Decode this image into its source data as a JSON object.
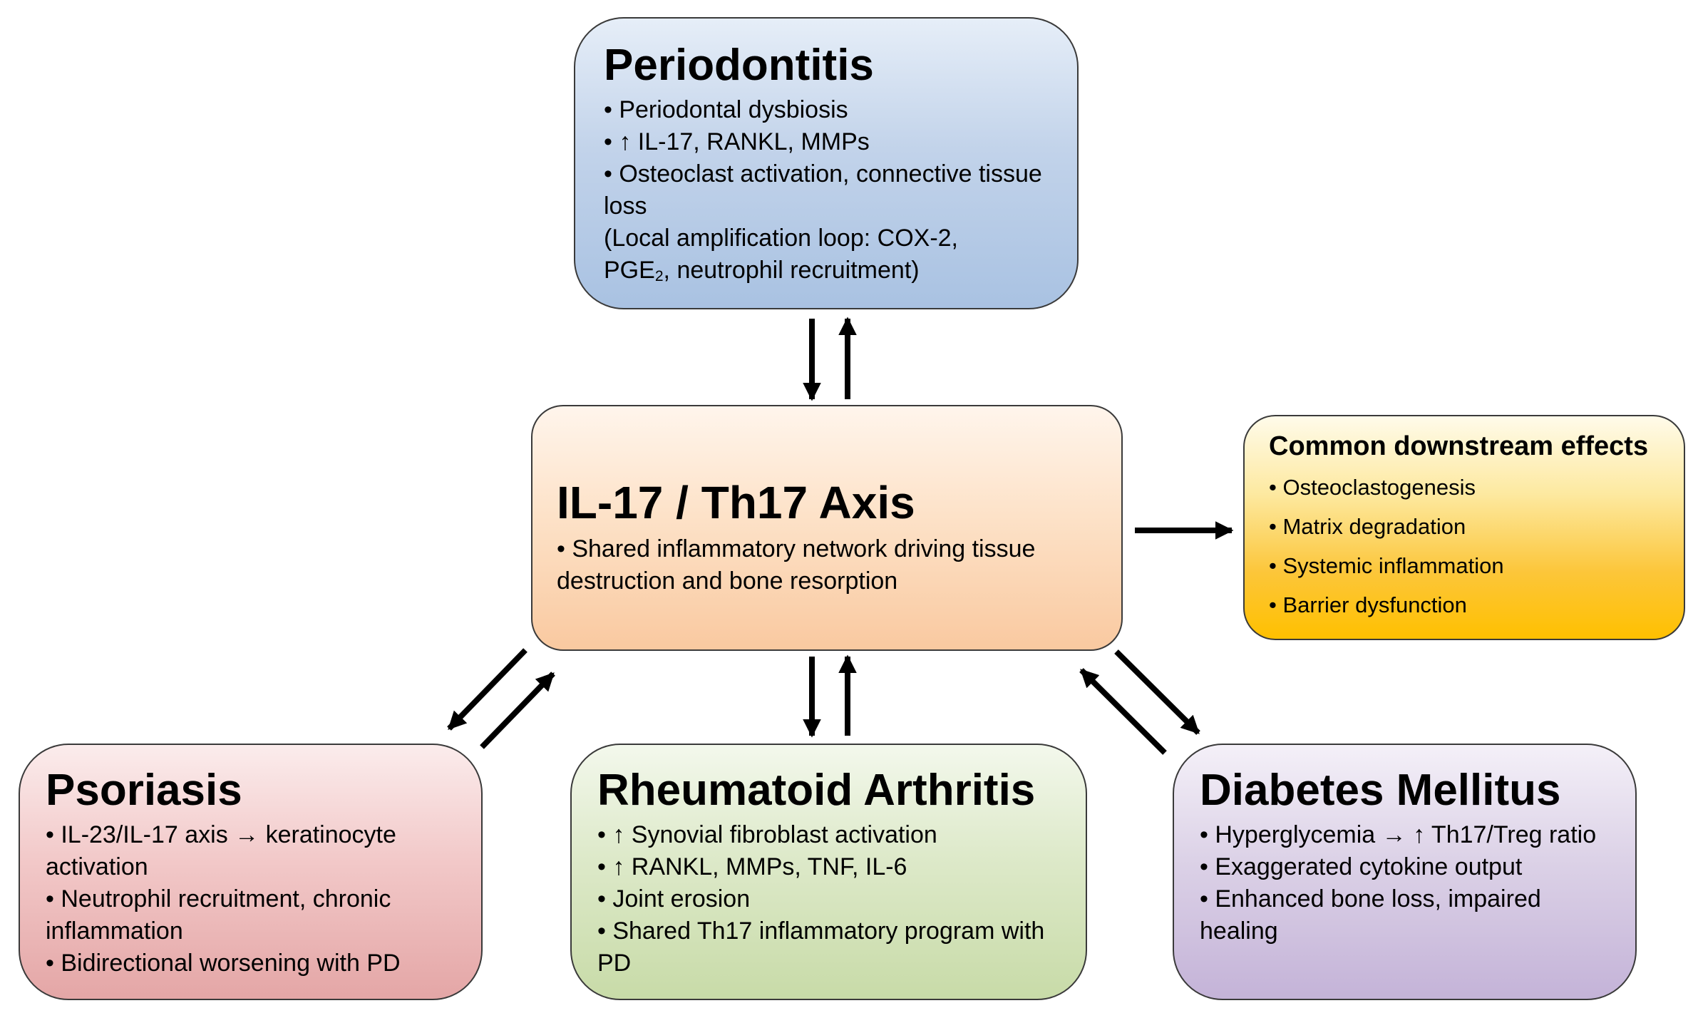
{
  "periodontitis": {
    "title": "Periodontitis",
    "lines": [
      "• Periodontal dysbiosis",
      "• ↑ IL-17, RANKL, MMPs",
      "• Osteoclast activation, connective tissue loss",
      "(Local amplification loop: COX-2,"
    ],
    "last_line_prefix": "PGE",
    "last_line_sub": "2",
    "last_line_suffix": ", neutrophil recruitment)"
  },
  "axis": {
    "title": "IL-17 / Th17 Axis",
    "lines": [
      "• Shared inflammatory network driving tissue destruction and bone resorption"
    ]
  },
  "downstream": {
    "title": "Common downstream effects",
    "lines": [
      "• Osteoclastogenesis",
      "• Matrix degradation",
      "• Systemic inflammation",
      "• Barrier dysfunction"
    ]
  },
  "psoriasis": {
    "title": "Psoriasis",
    "lines": [
      "• IL-23/IL-17 axis → keratinocyte activation",
      "• Neutrophil recruitment, chronic inflammation",
      "• Bidirectional worsening with PD"
    ]
  },
  "ra": {
    "title": "Rheumatoid Arthritis",
    "lines": [
      "• ↑ Synovial fibroblast activation",
      "• ↑ RANKL, MMPs, TNF, IL-6",
      "• Joint erosion",
      "• Shared Th17 inflammatory program with PD"
    ]
  },
  "dm": {
    "title": "Diabetes Mellitus",
    "lines": [
      "• Hyperglycemia → ↑ Th17/Treg ratio",
      "• Exaggerated cytokine output",
      "• Enhanced bone loss, impaired healing"
    ]
  },
  "colors": {
    "arrow": "#000000",
    "border": "#3a3a3a"
  }
}
